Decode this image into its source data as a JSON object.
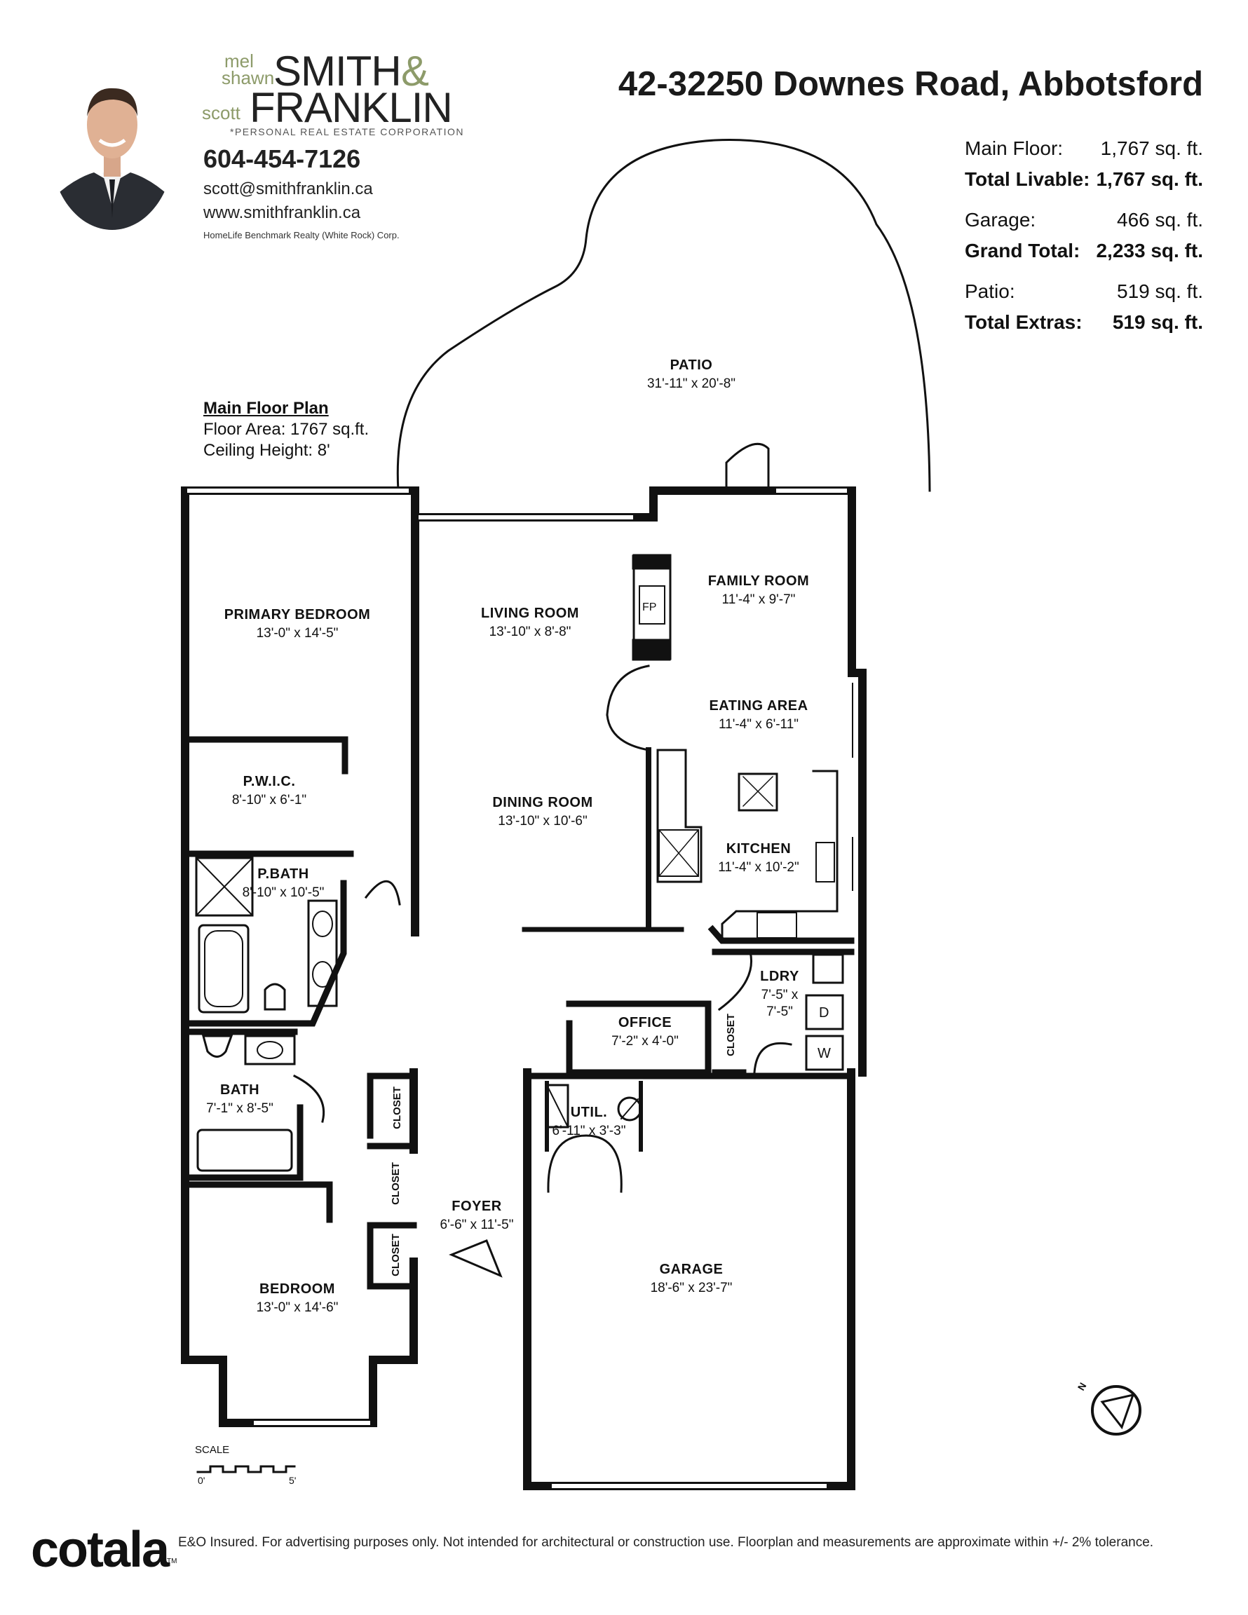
{
  "agent": {
    "name_small_1": "mel",
    "name_small_2": "shawn",
    "name_small_3": "scott",
    "surname_1": "SMITH",
    "ampersand": "&",
    "surname_2": "FRANKLIN",
    "corporation": "*PERSONAL REAL ESTATE CORPORATION",
    "phone": "604-454-7126",
    "email": "scott@smithfranklin.ca",
    "website": "www.smithfranklin.ca",
    "brokerage": "HomeLife Benchmark Realty (White Rock) Corp."
  },
  "address": "42-32250 Downes Road, Abbotsford",
  "areas": [
    {
      "label": "Main Floor:",
      "value": "1,767 sq. ft.",
      "bold": false
    },
    {
      "label": "Total Livable:",
      "value": "1,767 sq. ft.",
      "bold": true
    },
    {
      "label": "Garage:",
      "value": "466 sq. ft.",
      "bold": false
    },
    {
      "label": "Grand Total:",
      "value": "2,233 sq. ft.",
      "bold": true
    },
    {
      "label": "Patio:",
      "value": "519 sq. ft.",
      "bold": false
    },
    {
      "label": "Total Extras:",
      "value": "519 sq. ft.",
      "bold": true
    }
  ],
  "plan": {
    "title": "Main Floor Plan",
    "floor_area": "Floor Area: 1767 sq.ft.",
    "ceiling": "Ceiling Height: 8'"
  },
  "rooms": {
    "patio": {
      "name": "PATIO",
      "dims": "31'-11\" x 20'-8\""
    },
    "primary_bedroom": {
      "name": "PRIMARY BEDROOM",
      "dims": "13'-0\" x 14'-5\""
    },
    "living_room": {
      "name": "LIVING ROOM",
      "dims": "13'-10\" x 8'-8\""
    },
    "family_room": {
      "name": "FAMILY ROOM",
      "dims": "11'-4\" x 9'-7\""
    },
    "eating_area": {
      "name": "EATING AREA",
      "dims": "11'-4\" x 6'-11\""
    },
    "pwic": {
      "name": "P.W.I.C.",
      "dims": "8'-10\" x 6'-1\""
    },
    "dining_room": {
      "name": "DINING ROOM",
      "dims": "13'-10\" x 10'-6\""
    },
    "kitchen": {
      "name": "KITCHEN",
      "dims": "11'-4\" x 10'-2\""
    },
    "pbath": {
      "name": "P.BATH",
      "dims": "8'-10\" x 10'-5\""
    },
    "ldry": {
      "name": "LDRY",
      "dims1": "7'-5\" x",
      "dims2": "7'-5\""
    },
    "office": {
      "name": "OFFICE",
      "dims": "7'-2\" x 4'-0\""
    },
    "bath": {
      "name": "BATH",
      "dims": "7'-1\" x 8'-5\""
    },
    "util": {
      "name": "UTIL.",
      "dims": "6'-11\" x 3'-3\""
    },
    "foyer": {
      "name": "FOYER",
      "dims": "6'-6\" x 11'-5\""
    },
    "garage": {
      "name": "GARAGE",
      "dims": "18'-6\" x 23'-7\""
    },
    "bedroom": {
      "name": "BEDROOM",
      "dims": "13'-0\" x 14'-6\""
    }
  },
  "labels": {
    "closet": "CLOSET",
    "fireplace": "FP",
    "dryer": "D",
    "washer": "W",
    "north": "N"
  },
  "scale": {
    "title": "SCALE",
    "start": "0'",
    "end": "5'"
  },
  "footer": {
    "brand": "cotala",
    "tm": "TM",
    "disclaimer": "E&O Insured. For advertising purposes only. Not intended for architectural or construction use. Floorplan and measurements are approximate within +/- 2% tolerance."
  }
}
